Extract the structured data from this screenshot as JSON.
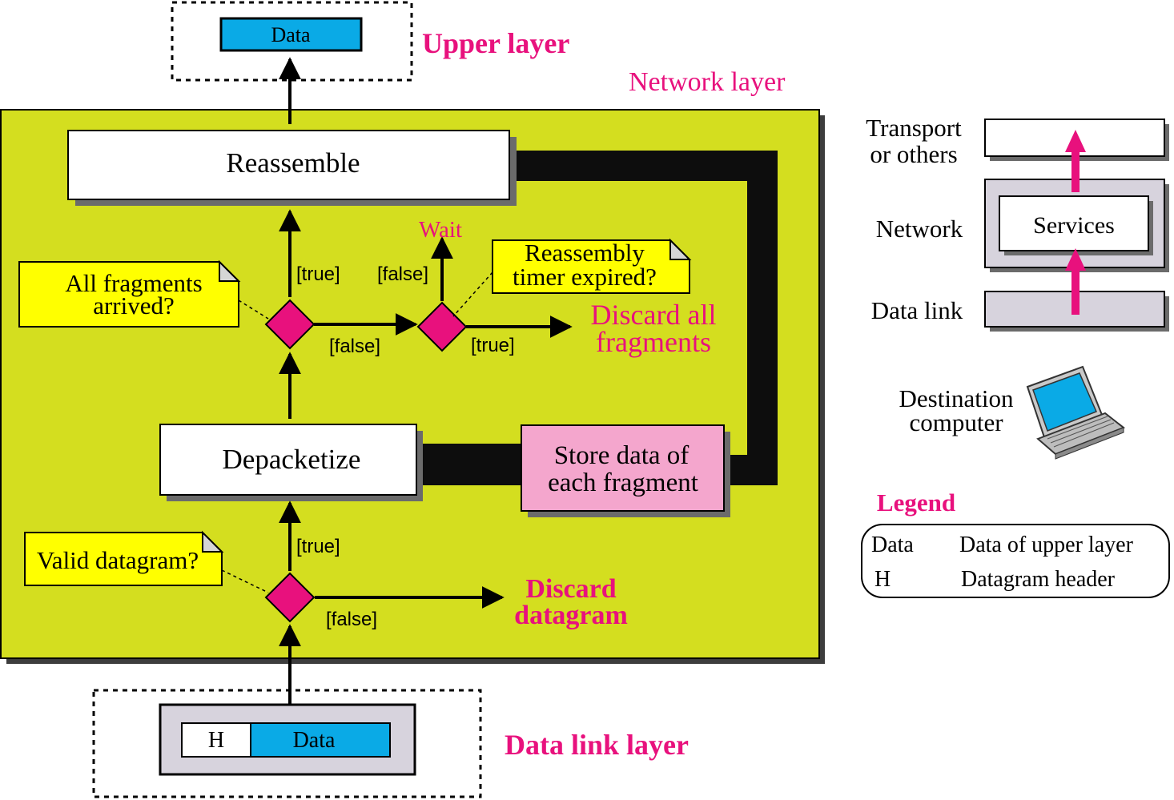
{
  "colors": {
    "network_bg": "#d4de1f",
    "magenta": "#e8117d",
    "data_blue": "#0aaae6",
    "note_yellow": "#ffff00",
    "store_pink": "#f4a6cd",
    "layer_gray": "#d7d3dd",
    "pipe_black": "#0d0d0d"
  },
  "labels": {
    "upper_layer": "Upper layer",
    "network_layer": "Network layer",
    "data_link_layer": "Data link layer",
    "upper_data": "Data",
    "frame_header": "H",
    "frame_data": "Data"
  },
  "nodes": {
    "reassemble": "Reassemble",
    "depacketize": "Depacketize",
    "store_line1": "Store data of",
    "store_line2": "each fragment"
  },
  "notes": {
    "all_fragments_line1": "All fragments",
    "all_fragments_line2": "arrived?",
    "timer_line1": "Reassembly",
    "timer_line2": "timer expired?",
    "valid_datagram": "Valid datagram?"
  },
  "edges": {
    "true_to_reassemble": "[true]",
    "false_to_timer": "[false]",
    "false_to_wait": "[false]",
    "true_to_discard_all": "[true]",
    "true_to_depacketize": "[true]",
    "false_to_discard_datagram": "[false]"
  },
  "outcomes": {
    "wait": "Wait",
    "discard_all_line1": "Discard all",
    "discard_all_line2": "fragments",
    "discard_datagram_line1": "Discard",
    "discard_datagram_line2": "datagram"
  },
  "stack": {
    "transport_line1": "Transport",
    "transport_line2": "or others",
    "network": "Network",
    "services": "Services",
    "data_link": "Data link",
    "dest_line1": "Destination",
    "dest_line2": "computer"
  },
  "legend": {
    "title": "Legend",
    "rows": [
      {
        "symbol": "Data",
        "meaning": "Data of upper layer"
      },
      {
        "symbol": "H",
        "meaning": "Datagram header"
      }
    ]
  }
}
